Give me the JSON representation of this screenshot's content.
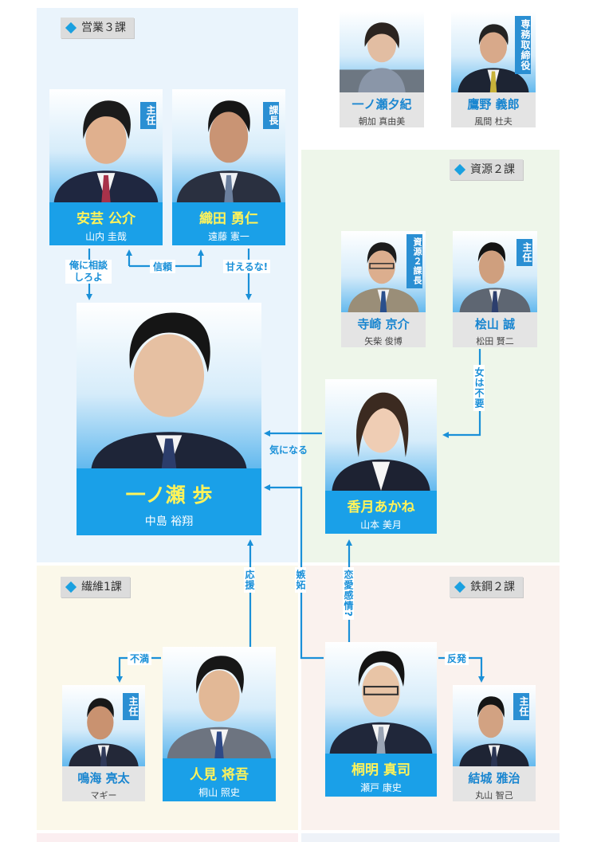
{
  "sections": {
    "eigyo3": "営業３課",
    "shigen2": "資源２課",
    "seni1": "繊維1課",
    "tekko2": "鉄鋼２課"
  },
  "characters": {
    "ichinose_yuki": {
      "role": "一ノ瀬夕紀",
      "actor": "朝加 真由美"
    },
    "takano": {
      "role": "鷹野 義郎",
      "actor": "風間 杜夫",
      "title": "専務取締役"
    },
    "aki": {
      "role": "安芸 公介",
      "actor": "山内 圭哉",
      "title": "主任"
    },
    "oda": {
      "role": "織田 勇仁",
      "actor": "遠藤 憲一",
      "title": "課長"
    },
    "terasaki": {
      "role": "寺崎 京介",
      "actor": "矢柴 俊博",
      "title": "資源２課長"
    },
    "hiyama": {
      "role": "桧山 誠",
      "actor": "松田 賢二",
      "title": "主任"
    },
    "ayumu": {
      "role": "一ノ瀬 歩",
      "actor": "中島 裕翔"
    },
    "akane": {
      "role": "香月あかね",
      "actor": "山本 美月"
    },
    "narumi": {
      "role": "鳴海 亮太",
      "actor": "マギー",
      "title": "主任"
    },
    "hitomi": {
      "role": "人見 将吾",
      "actor": "桐山 照史"
    },
    "kiriaki": {
      "role": "桐明 真司",
      "actor": "瀬戸 康史"
    },
    "yuki": {
      "role": "結城 雅治",
      "actor": "丸山 智己",
      "title": "主任"
    }
  },
  "relations": {
    "soudan": "俺に相談しろよ",
    "shinrai": "信頼",
    "amaeruna": "甘えるな!",
    "kininaru": "気になる",
    "onna_fuyou": "女は不要",
    "ouen": "応援",
    "shitto": "嫉妬",
    "renai": "恋愛感情?",
    "fuman": "不満",
    "hanpatsu": "反発"
  },
  "colors": {
    "accent": "#1aa0e8",
    "name_yellow": "#fff35a",
    "line": "#1a90d8",
    "tag_bg": "#dcdcdc"
  }
}
